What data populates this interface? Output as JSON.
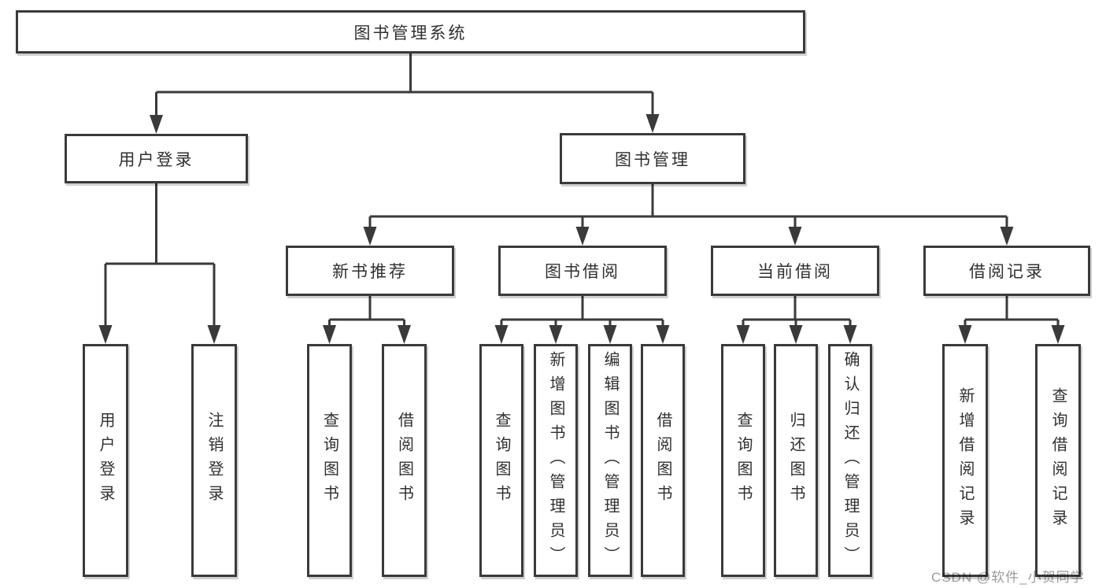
{
  "diagram": {
    "type": "tree",
    "root": {
      "label": "图书管理系统",
      "children": [
        {
          "label": "用户登录",
          "children": [
            {
              "label": "用户登录"
            },
            {
              "label": "注销登录"
            }
          ]
        },
        {
          "label": "图书管理",
          "children": [
            {
              "label": "新书推荐",
              "children": [
                {
                  "label": "查询图书"
                },
                {
                  "label": "借阅图书"
                }
              ]
            },
            {
              "label": "图书借阅",
              "children": [
                {
                  "label": "查询图书"
                },
                {
                  "label": "新增图书（管理员）"
                },
                {
                  "label": "编辑图书（管理员）"
                },
                {
                  "label": "借阅图书"
                }
              ]
            },
            {
              "label": "当前借阅",
              "children": [
                {
                  "label": "查询图书"
                },
                {
                  "label": "归还图书"
                },
                {
                  "label": "确认归还（管理员）"
                }
              ]
            },
            {
              "label": "借阅记录",
              "children": [
                {
                  "label": "新增借阅记录"
                },
                {
                  "label": "查询借阅记录"
                }
              ]
            }
          ]
        }
      ]
    },
    "colors": {
      "line": "#3a3a3a",
      "border": "#3a3a3a",
      "text": "#303030",
      "background": "#ffffff"
    }
  },
  "watermark": {
    "text": "CSDN @软件_小贺同学",
    "color": "#9b9b9b"
  }
}
